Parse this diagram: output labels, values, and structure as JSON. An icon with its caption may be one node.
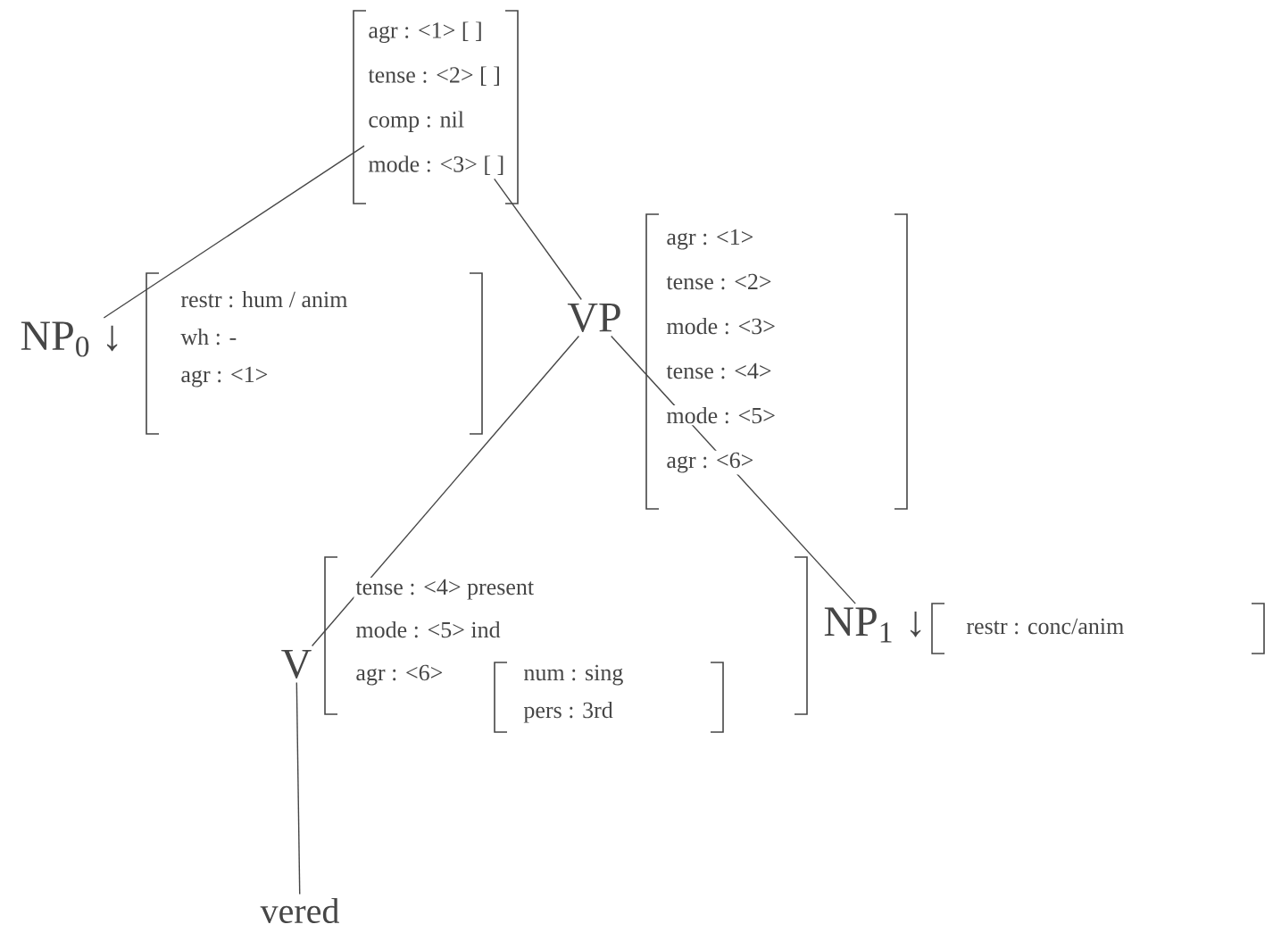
{
  "diagram": {
    "nodes": [
      {
        "text": [
          "agr : <1> [ ]",
          "tense : <2> [ ]",
          "comp : nil",
          "mode : <3> [ ]"
        ]
      },
      {
        "text": [
          "NP$_{0}$ ↓"
        ],
        "beside": [
          "restr : hum / anim",
          "wh : -",
          "agr : <1>"
        ]
      },
      {
        "text": [
          "VP"
        ],
        "beside": [
          "agr : <1>",
          "tense : <2>",
          "mode : <3>",
          "tense : <4>",
          "mode : <5>",
          "agr : <6>"
        ]
      },
      {
        "text": [
          "V"
        ],
        "beside": [
          "tense : <4> present",
          "mode : <5> ind",
          "agr : <6>",
          "num : sing",
          "pers : 3rd"
        ]
      },
      {
        "text": [
          "NP$_{1}$ ↓"
        ],
        "beside": [
          "restr : conc/anim"
        ]
      },
      {
        "text": [
          "vered"
        ]
      }
    ],
    "edges": [
      {
        "from": 0,
        "to": 1,
        "arrow": "none"
      },
      {
        "from": 0,
        "to": 2,
        "arrow": "none"
      },
      {
        "from": 2,
        "to": 3,
        "arrow": "none"
      },
      {
        "from": 2,
        "to": 4,
        "arrow": "none"
      },
      {
        "from": 3,
        "to": 5,
        "arrow": "none"
      }
    ]
  }
}
